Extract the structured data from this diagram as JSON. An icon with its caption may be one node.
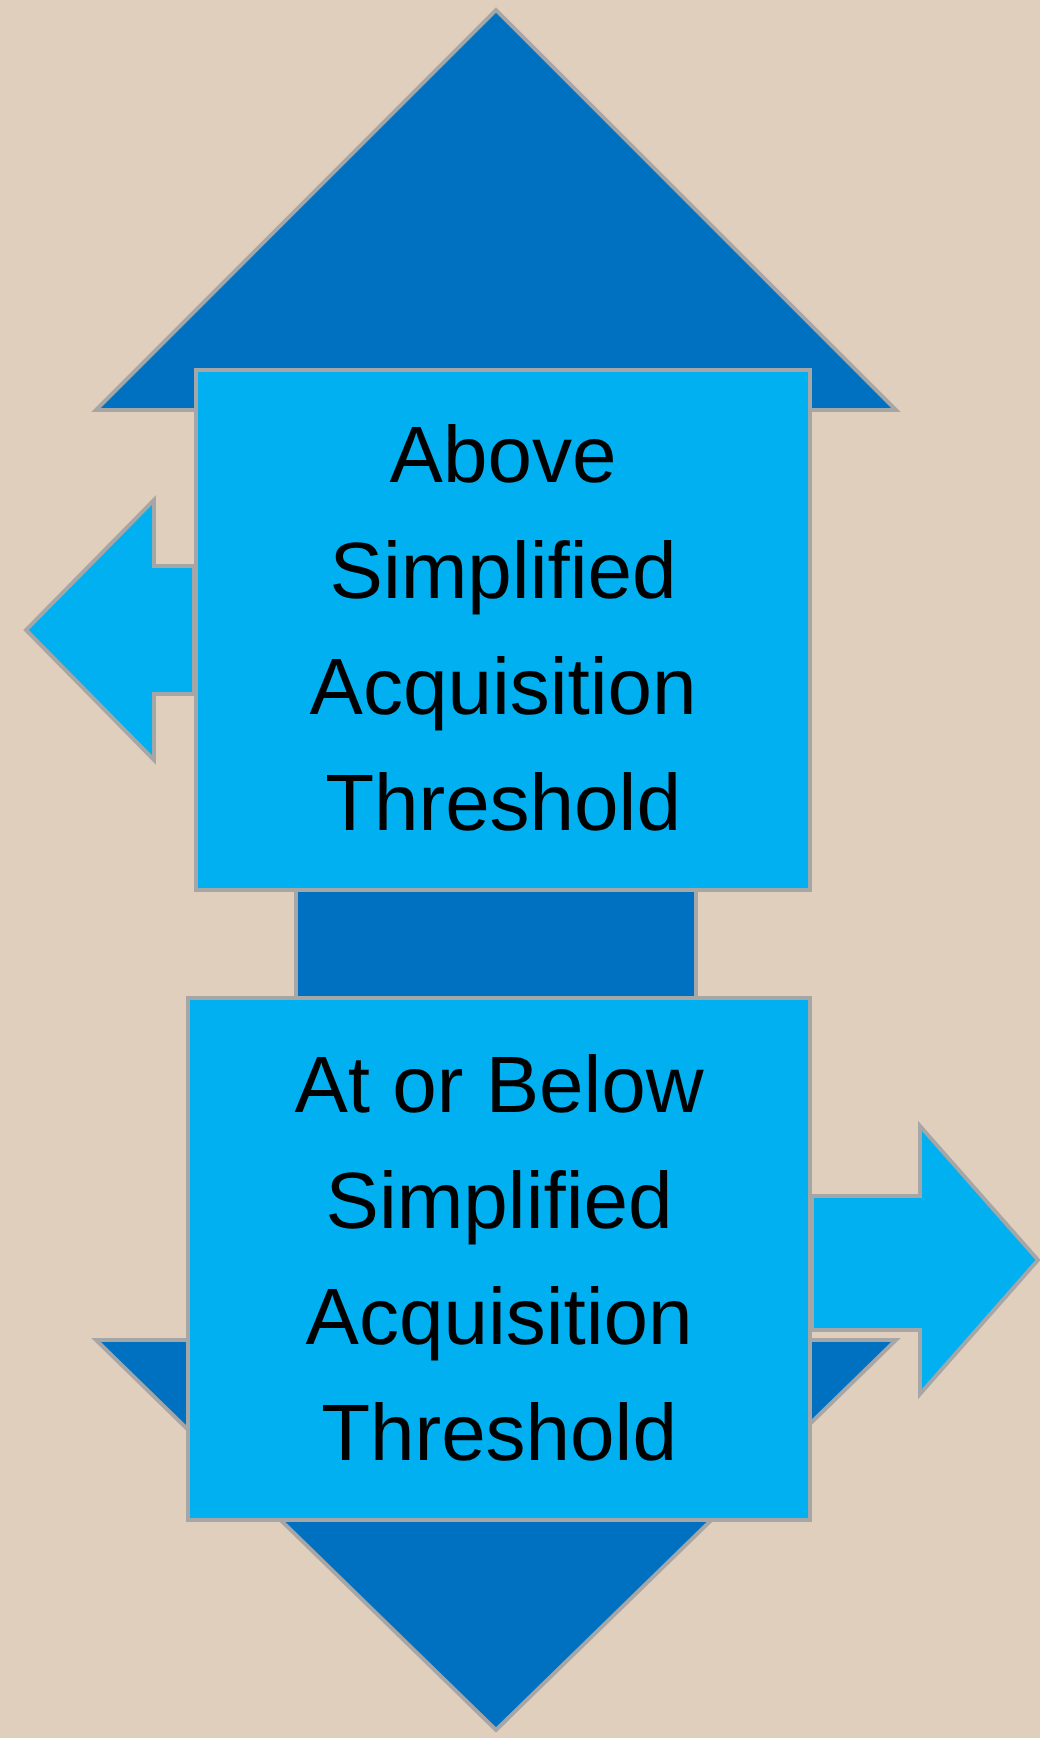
{
  "diagram": {
    "nodes": [
      {
        "text": [
          "Above Simplified Acquisition Threshold"
        ]
      },
      {
        "text": [
          "At or Below Simplified Acquisition Threshold"
        ]
      }
    ],
    "edges": [
      {
        "from": 0,
        "to": null,
        "arrow": "to"
      },
      {
        "from": 1,
        "to": null,
        "arrow": "to"
      }
    ]
  }
}
